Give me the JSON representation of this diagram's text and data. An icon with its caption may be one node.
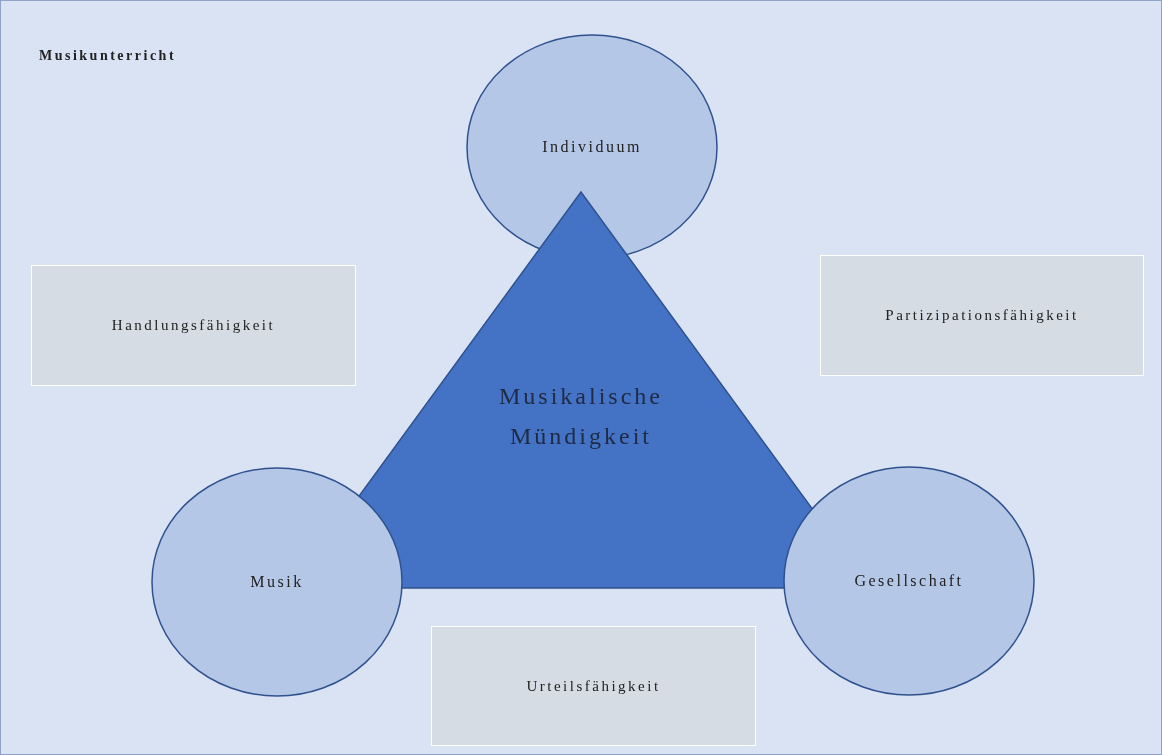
{
  "diagram": {
    "nodes": [
      {
        "text": [
          "Musikunterricht"
        ]
      },
      {
        "text": [
          "Individuum"
        ],
        "in": 0
      },
      {
        "text": [
          "Handlungsfähigkeit"
        ],
        "in": 0
      },
      {
        "text": [
          "Partizipationsfähigkeit"
        ],
        "in": 0
      },
      {
        "text": [
          "Musikalische Mündigkeit"
        ],
        "in": 0
      },
      {
        "text": [
          "Musik"
        ],
        "in": 0
      },
      {
        "text": [
          "Gesellschaft"
        ],
        "in": 0
      },
      {
        "text": [
          "Urteilsfähigkeit"
        ],
        "in": 0
      }
    ]
  }
}
